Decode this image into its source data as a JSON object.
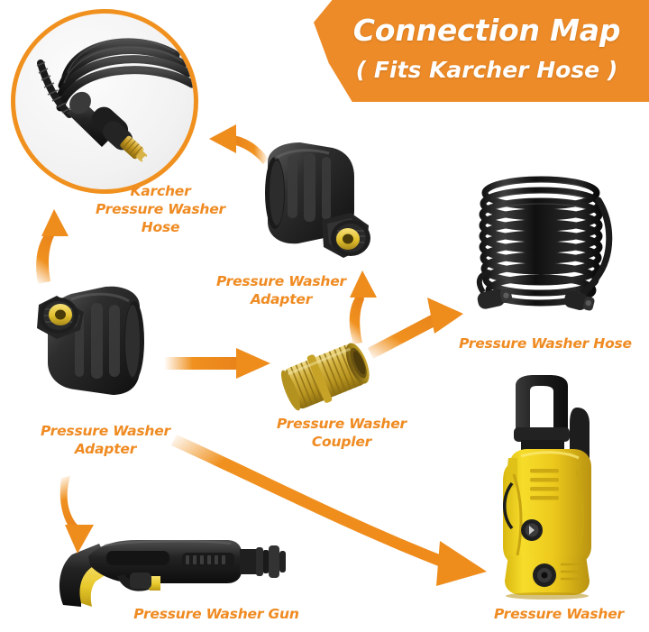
{
  "header": {
    "title": "Connection Map",
    "subtitle": "( Fits Karcher Hose )",
    "banner_color": "#ed8b28",
    "title_color": "#ffffff"
  },
  "theme": {
    "accent_orange": "#ef8b22",
    "arrow_orange": "#f0911f",
    "label_color": "#ef8b22",
    "background": "#ffffff",
    "product_black": "#2b2b2b",
    "product_yellow": "#f2d12a",
    "brass": "#c9a227"
  },
  "nodes": [
    {
      "id": "karcher-hose",
      "label": "Karcher\nPressure Washer\nHose",
      "image": "coiled-hose-with-brass-connector",
      "framed": true
    },
    {
      "id": "adapter-top",
      "label": "Pressure Washer\nAdapter",
      "image": "black-adapter-with-yellow-ring"
    },
    {
      "id": "adapter-left",
      "label": "Pressure Washer\nAdapter",
      "image": "black-adapter-with-yellow-ring"
    },
    {
      "id": "coupler",
      "label": "Pressure Washer\nCoupler",
      "image": "brass-threaded-coupler"
    },
    {
      "id": "hose-coil",
      "label": "Pressure Washer Hose",
      "image": "black-hose-coil"
    },
    {
      "id": "gun",
      "label": "Pressure Washer Gun",
      "image": "black-yellow-spray-gun"
    },
    {
      "id": "washer",
      "label": "Pressure Washer",
      "image": "yellow-pressure-washer-machine"
    }
  ],
  "connections": [
    {
      "from": "adapter-left",
      "to": "karcher-hose",
      "style": "curved-up-arrow"
    },
    {
      "from": "adapter-top",
      "to": "karcher-hose",
      "style": "curved-left-arrow"
    },
    {
      "from": "coupler",
      "to": "adapter-top",
      "style": "curved-up-arrow"
    },
    {
      "from": "adapter-left",
      "to": "coupler",
      "style": "straight-right-arrow"
    },
    {
      "from": "coupler",
      "to": "hose-coil",
      "style": "diagonal-up-right-arrow"
    },
    {
      "from": "adapter-left",
      "to": "gun",
      "style": "curved-down-arrow"
    },
    {
      "from": "adapter-left",
      "to": "washer",
      "style": "long-sweeping-arrow"
    }
  ]
}
